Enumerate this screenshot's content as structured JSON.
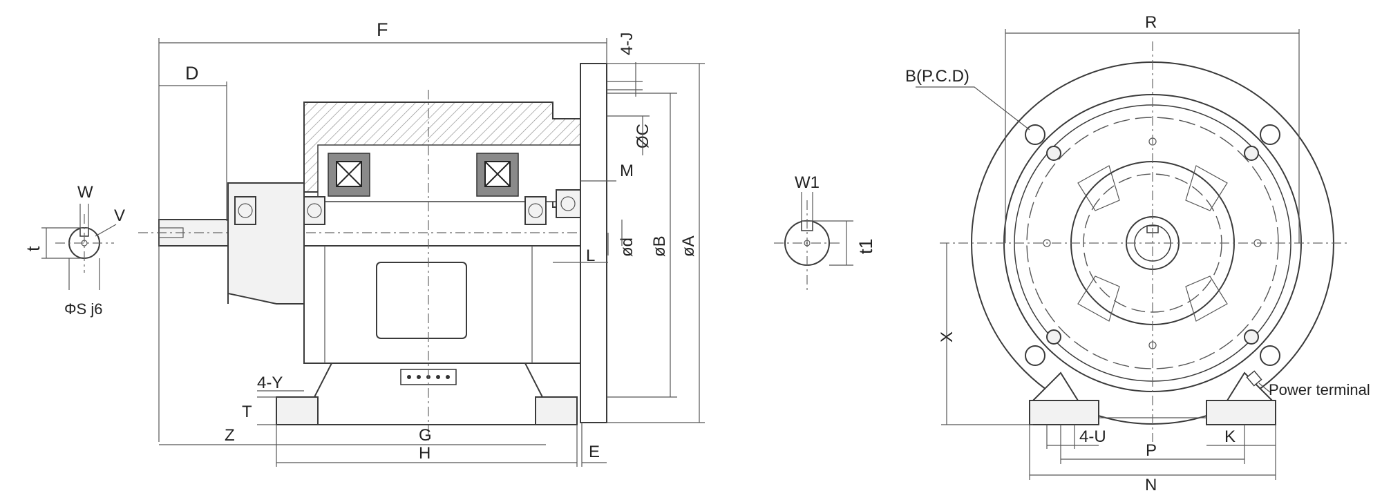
{
  "labels": {
    "F": "F",
    "D": "D",
    "four_j": "4-J",
    "dia_c": "ØC",
    "m": "M",
    "dia_d_small": "ød",
    "dia_b": "øB",
    "dia_a": "øA",
    "l": "L",
    "w": "W",
    "v": "V",
    "t": "t",
    "phi_s": "ΦS j6",
    "four_y": "4-Y",
    "t_upper": "T",
    "z": "Z",
    "g": "G",
    "h": "H",
    "e": "E",
    "w1": "W1",
    "t1": "t1",
    "r": "R",
    "bpcd": "B(P.C.D)",
    "x": "X",
    "four_u": "4-U",
    "p": "P",
    "k": "K",
    "n": "N",
    "power_terminal": "Power terminal"
  }
}
